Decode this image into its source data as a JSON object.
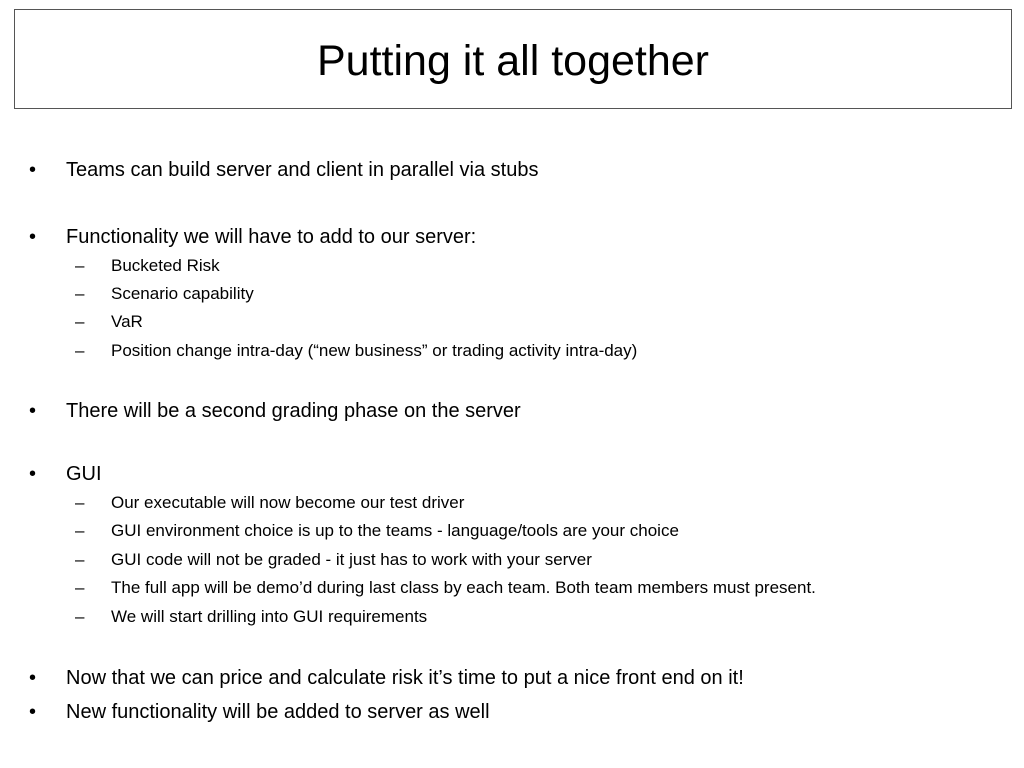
{
  "slide": {
    "title": "Putting it all together",
    "bullet_char": "•",
    "dash_char": "–",
    "bullets": [
      {
        "text": "Teams can build server and client in parallel via stubs"
      },
      {
        "text": "Functionality we will have to add to our server:"
      },
      {
        "text": "There will be a second grading phase on the server"
      },
      {
        "text": "GUI"
      },
      {
        "text": "Now that we can price and calculate risk it’s time to put a nice front end on it!"
      },
      {
        "text": "New functionality will be added to server as well"
      }
    ],
    "server_subitems": [
      "Bucketed Risk",
      "Scenario capability",
      "VaR",
      "Position change intra-day (“new business” or trading activity intra-day)"
    ],
    "gui_subitems": [
      "Our executable will now become our test driver",
      "GUI environment choice is up to the teams - language/tools are your choice",
      "GUI code will not be graded - it just has to work with your server",
      "The full app will be demo’d during last class by each team. Both team members must present.",
      "We will start drilling into GUI requirements"
    ]
  }
}
